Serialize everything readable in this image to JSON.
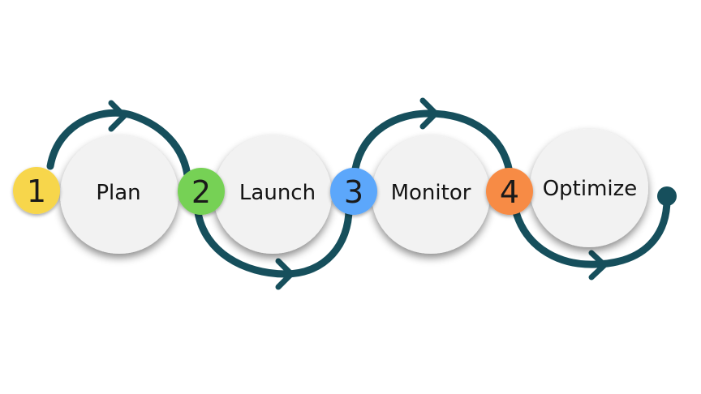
{
  "steps": [
    {
      "number": "1",
      "label": "Plan",
      "color": "#f7d64c"
    },
    {
      "number": "2",
      "label": "Launch",
      "color": "#76d155"
    },
    {
      "number": "3",
      "label": "Monitor",
      "color": "#5ba7fb"
    },
    {
      "number": "4",
      "label": "Optimize",
      "color": "#f78b44"
    }
  ],
  "colors": {
    "arc": "#164f5c",
    "circle_fill": "#f2f2f2",
    "text": "#141414"
  }
}
